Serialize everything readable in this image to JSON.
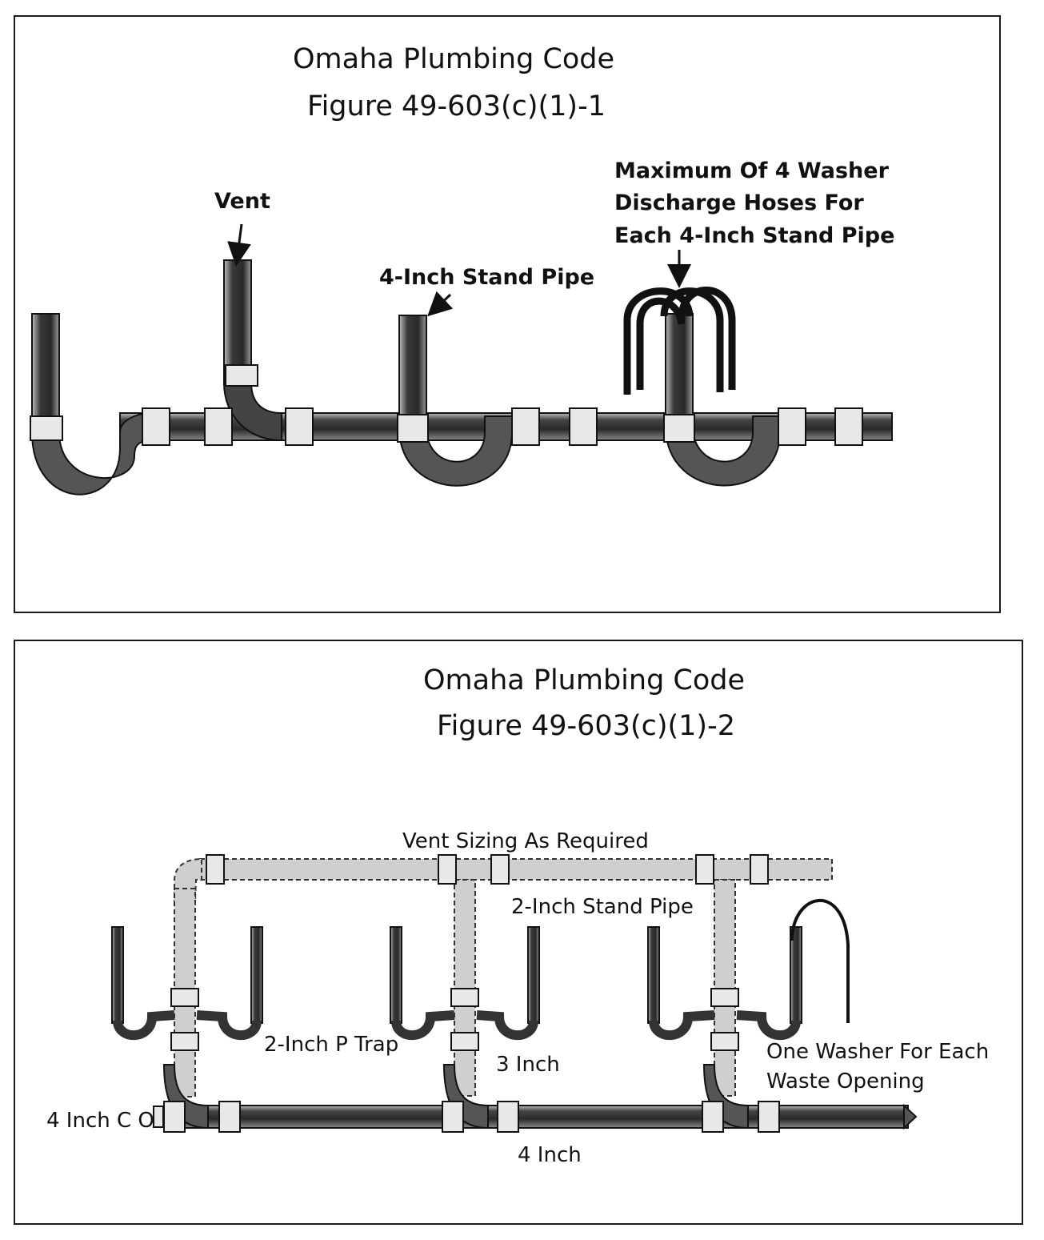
{
  "figure1": {
    "title_line1": "Omaha Plumbing Code",
    "title_line2": "Figure 49-603(c)(1)-1",
    "labels": {
      "vent": "Vent",
      "stand_pipe": "4-Inch Stand Pipe",
      "max_line1": "Maximum Of 4 Washer",
      "max_line2": "Discharge Hoses For",
      "max_line3": "Each 4-Inch Stand Pipe"
    }
  },
  "figure2": {
    "title_line1": "Omaha Plumbing Code",
    "title_line2": "Figure 49-603(c)(1)-2",
    "labels": {
      "vent_sizing": "Vent Sizing As Required",
      "stand_pipe": "2-Inch Stand Pipe",
      "p_trap": "2-Inch P Trap",
      "three_inch": "3 Inch",
      "washer_line1": "One Washer For Each",
      "washer_line2": "Waste Opening",
      "cleanout": "4 Inch C O",
      "four_inch": "4 Inch"
    }
  }
}
